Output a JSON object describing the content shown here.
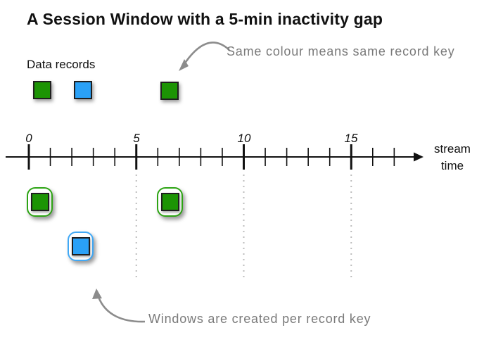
{
  "title": "A Session Window with a 5-min inactivity gap",
  "legend": {
    "label": "Data records",
    "records": [
      {
        "record_key": "green"
      },
      {
        "record_key": "blue"
      },
      {
        "record_key": "green"
      }
    ]
  },
  "annotations": {
    "top": "Same colour means same record key",
    "bottom": "Windows are created per record key"
  },
  "timeline": {
    "tick_labels": [
      "0",
      "5",
      "10",
      "15"
    ],
    "axis_label_lines": [
      "stream",
      "time"
    ],
    "range": [
      0,
      17
    ],
    "major_every": 5,
    "inactivity_gap_minutes": 5
  },
  "windows": [
    {
      "record_key": "green",
      "approx_stream_time": 0.5
    },
    {
      "record_key": "blue",
      "approx_stream_time": 2.4
    },
    {
      "record_key": "green",
      "approx_stream_time": 6.6
    }
  ],
  "colors": {
    "ink": "#111111",
    "record-green": "#1c9404",
    "record-blue": "#2aa1f7",
    "square-border": "#1f1f1f",
    "window-green-border": "#2da414",
    "window-blue-border": "#41a9f6",
    "annotation-text-gray": "#7a7a7a",
    "annotation-arrow-gray": "#8c8c8c",
    "dotted-gray": "#bdbdbd"
  }
}
